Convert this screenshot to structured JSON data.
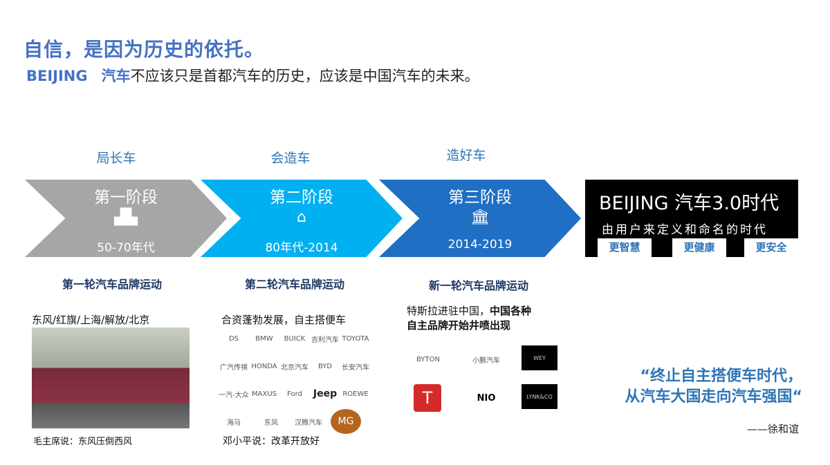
{
  "title": "自信，是因为历史的依托。",
  "subtitle": {
    "brand": "BEIJING",
    "highlight": "汽车",
    "rest": "不应该只是首都汽车的历史，应该是中国汽车的未来。"
  },
  "colors": {
    "stage1": "#a6a6a6",
    "stage2": "#00b0f0",
    "stage3": "#1f6fc5",
    "accent": "#2e75b6"
  },
  "stages": [
    {
      "label": "局长车",
      "name": "第一阶段",
      "icon": "bar-chart-icon",
      "period": "50-70年代",
      "heading": "第一轮汽车品牌运动",
      "desc": "东风/红旗/上海/解放/北京",
      "caption": "毛主席说：东风压倒西风"
    },
    {
      "label": "会造车",
      "name": "第二阶段",
      "icon": "house-icon",
      "period": "80年代-2014",
      "heading": "第二轮汽车品牌运动",
      "desc": "合资蓬勃发展，自主搭便车",
      "caption": "邓小平说：改革开放好",
      "logos": [
        "DS",
        "BMW",
        "BUICK",
        "吉利汽车",
        "TOYOTA",
        "广汽传祺",
        "HONDA",
        "北京汽车",
        "BYD",
        "长安汽车",
        "一汽-大众",
        "MAXUS",
        "Ford",
        "Jeep",
        "ROEWE",
        "海马",
        "东风",
        "汉腾汽车",
        "MG"
      ]
    },
    {
      "label": "造好车",
      "name": "第三阶段",
      "icon": "bank-icon",
      "period": "2014-2019",
      "heading": "新一轮汽车品牌运动",
      "desc_normal": "特斯拉进驻中国，",
      "desc_bold1": "中国各种",
      "desc_bold2": "自主品牌开始井喷出现",
      "logos": [
        "BYTON",
        "小鹏汽车",
        "WEY",
        "T",
        "NIO",
        "LYNK&CO"
      ]
    }
  ],
  "era": {
    "title": "BEIJING  汽车3.0时代",
    "subtitle": "由用户来定义和命名的时代",
    "tags": [
      "更智慧",
      "更健康",
      "更安全"
    ]
  },
  "quote": {
    "line1": "“终止自主搭便车时代，",
    "line2": "从汽车大国走向汽车强国“",
    "author": "——徐和谊"
  }
}
